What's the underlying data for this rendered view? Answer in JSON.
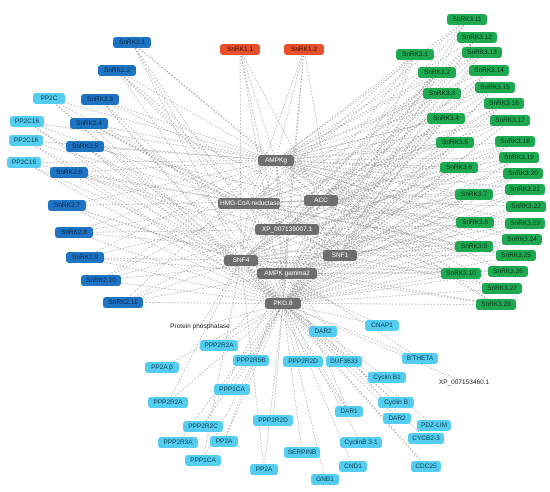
{
  "colors": {
    "snrk1": "#e8502a",
    "snrk2": "#1e74c2",
    "snrk3": "#1ea951",
    "light": "#55cdf0",
    "hub": "#6e6e6e",
    "edge": "#9a9a9a"
  },
  "nodes": {
    "snrk1_1": "SnRK1.1",
    "snrk1_2": "SnRK1.2",
    "snrk2_1": "SnRK2.1",
    "snrk2_2": "SnRK2.2",
    "snrk2_3": "SnRK2.3",
    "snrk2_4": "SnRK2.4",
    "snrk2_5": "SnRK2.5",
    "snrk2_6": "SnRK2.6",
    "snrk2_7": "SnRK2.7",
    "snrk2_8": "SnRK2.8",
    "snrk2_9": "SnRK2.9",
    "snrk2_10": "SnRK2.10",
    "snrk2_11": "SnRK2.11",
    "pp2c_a": "PP2C",
    "pp2c_b": "PP2C16",
    "pp2c_c": "PP2C16",
    "pp2c_d": "PP2C16",
    "snrk3_1": "SnRK3.1",
    "snrk3_2": "SnRK3.2",
    "snrk3_3": "SnRK3.3",
    "snrk3_4": "SnRK3.4",
    "snrk3_5": "SnRK3.5",
    "snrk3_6": "SnRK3.6",
    "snrk3_7": "SnRK3.7",
    "snrk3_8": "SnRK3.8",
    "snrk3_9": "SnRK3.9",
    "snrk3_10": "SnRK3.10",
    "snrk3_11": "SnRK3.11",
    "snrk3_12": "SnRK3.12",
    "snrk3_13": "SnRK3.13",
    "snrk3_14": "SnRK3.14",
    "snrk3_15": "SnRK3.15",
    "snrk3_16": "SnRK3.16",
    "snrk3_17": "SnRK3.17",
    "snrk3_18": "SnRK3.18",
    "snrk3_19": "SnRK3.19",
    "snrk3_20": "SnRK3.20",
    "snrk3_21": "SnRK3.21",
    "snrk3_22": "SnRK3.22",
    "snrk3_23": "SnRK3.23",
    "snrk3_24": "SnRK3.24",
    "snrk3_25": "SnRK3.25",
    "snrk3_26": "SnRK3.26",
    "snrk3_27": "SnRK3.27",
    "snrk3_28": "SnRK3.28",
    "ampkg": "AMPKg",
    "hmg": "HMG-CoA reductase",
    "acc": "ACC",
    "xp1": "XP_007139007.1",
    "snf4": "SNF4",
    "snf1": "SNF1",
    "ampk_gamma2": "AMPK gamma2",
    "pkg8": "PKG.8",
    "protein_phosphatase": "Protein phosphatase",
    "ppp2r2a_1": "PPP2R2A",
    "ppp2r5b": "PPP2R5B",
    "ppp2a_beta": "PP2A β",
    "ppp2r2a_2": "PPP2R2A",
    "pp1ca_1": "PPP1CA",
    "ppp2r2c": "PPP2R2C",
    "ppp2r3a": "PPP2R3A",
    "pp1ca_2": "PPP1CA",
    "ppp2r2d_1": "PPP2R2D",
    "ppp2r2d_2": "PPP2R2D",
    "pp2a_1": "PP2A",
    "pp2a_2": "PP2A",
    "serpinb": "SERPINB",
    "dar2_1": "DAR2",
    "duf3633": "DUF3633",
    "dar1": "DAR1",
    "cyclinb3": "CyclinB 3-1",
    "cnd1": "CND1",
    "gnb1": "GNB1",
    "cnap1": "CNAP1",
    "bttheta": "B'THETA",
    "cyclinb1": "Cyclin B1",
    "xp2": "XP_007153460.1",
    "cyclinb": "Cyclin B",
    "pdzlim": "PDZ-LIM",
    "dar2_2": "DAR2",
    "cycb23": "CYCB2-3",
    "cdc25": "CDC25"
  }
}
